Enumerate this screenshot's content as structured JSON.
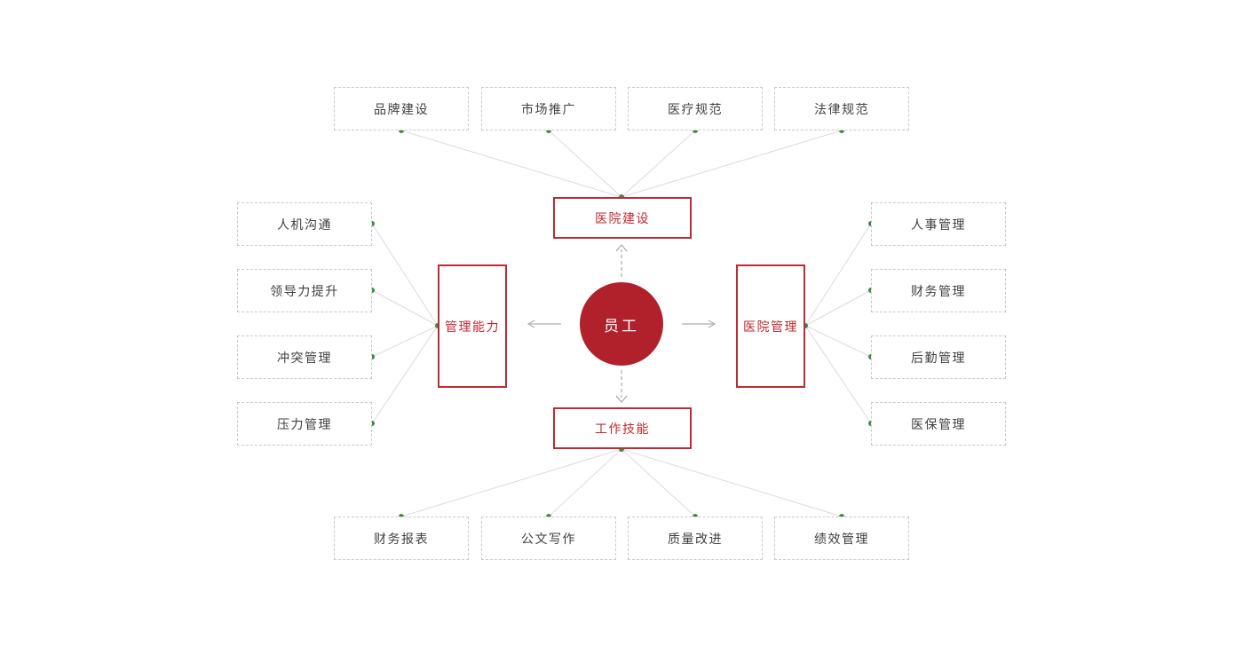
{
  "diagram": {
    "center": {
      "label": "员工"
    },
    "branches": {
      "top": {
        "label": "医院建设",
        "children": [
          "品牌建设",
          "市场推广",
          "医疗规范",
          "法律规范"
        ]
      },
      "bottom": {
        "label": "工作技能",
        "children": [
          "财务报表",
          "公文写作",
          "质量改进",
          "绩效管理"
        ]
      },
      "left": {
        "label": "管理能力",
        "children": [
          "人机沟通",
          "领导力提升",
          "冲突管理",
          "压力管理"
        ]
      },
      "right": {
        "label": "医院管理",
        "children": [
          "人事管理",
          "财务管理",
          "后勤管理",
          "医保管理"
        ]
      }
    },
    "colors": {
      "red_accent": "#c02b33",
      "circle_fill": "#b0212c",
      "dashed_border": "#c9c9c9",
      "item_text": "#3f3f3f",
      "connector_line": "#dcdcdc",
      "arrow": "#999999",
      "dot_green": "#3d8b40",
      "background": "#ffffff"
    }
  }
}
